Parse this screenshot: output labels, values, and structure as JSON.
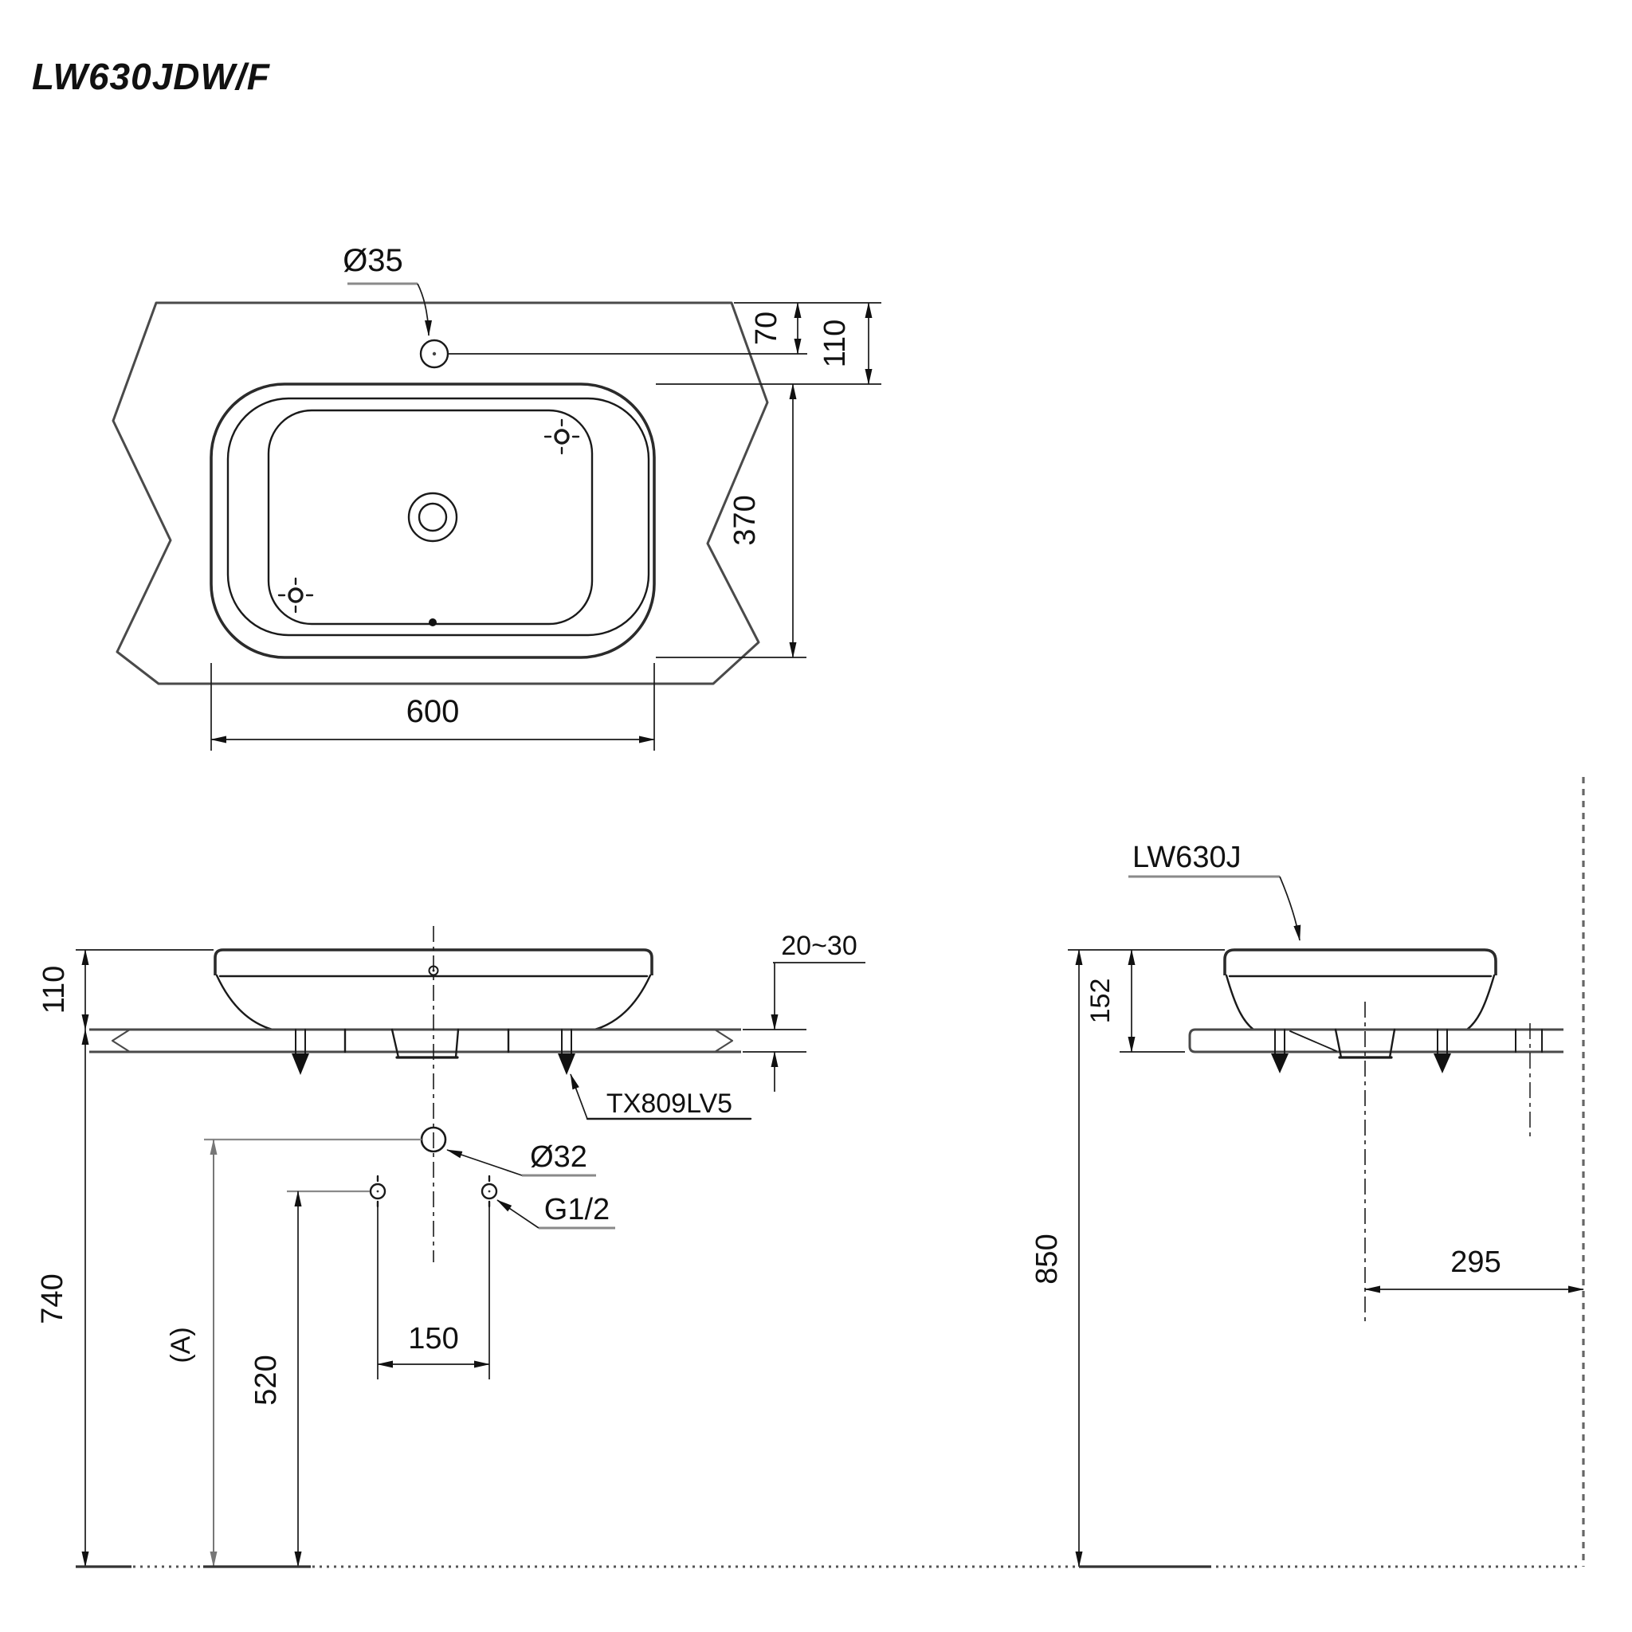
{
  "drawing": {
    "title": "LW630JDW/F",
    "top_view": {
      "faucet_hole_dia": "Ø35",
      "edge_to_faucet": "70",
      "edge_to_basin": "110",
      "basin_depth": "370",
      "basin_width": "600"
    },
    "front_view": {
      "rim_above_counter": "110",
      "counter_thickness": "20~30",
      "trap_model": "TX809LV5",
      "drain_dia": "Ø32",
      "supply_thread": "G1/2",
      "floor_to_counter": "740",
      "floor_to_drain_ref": "(A)",
      "floor_to_supply": "520",
      "supply_spacing": "150"
    },
    "side_view": {
      "basin_model": "LW630J",
      "basin_height": "152",
      "floor_to_rim": "850",
      "wall_to_drain": "295"
    }
  }
}
